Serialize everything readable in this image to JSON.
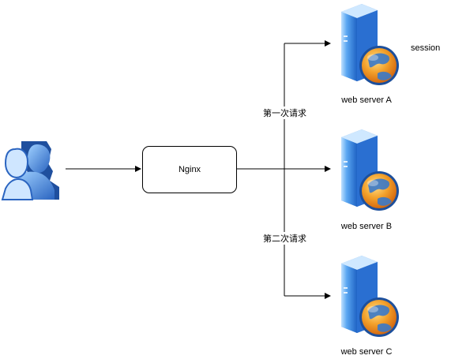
{
  "nginx": {
    "label": "Nginx"
  },
  "servers": [
    {
      "label": "web server A"
    },
    {
      "label": "web server B"
    },
    {
      "label": "web server C"
    }
  ],
  "session_label": "session",
  "requests": {
    "first": "第一次请求",
    "second": "第二次请求"
  },
  "colors": {
    "server_blue": "#2f7ed8",
    "server_light": "#8ec3ff",
    "globe_orange": "#f08a1c",
    "globe_blue": "#3a79c9",
    "user_blue": "#3e7fd6",
    "line": "#000000"
  },
  "icons": {
    "user": "users-icon",
    "server": "server-globe-icon"
  }
}
